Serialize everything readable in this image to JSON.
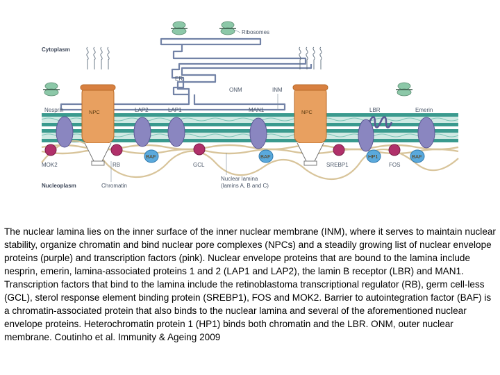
{
  "figure": {
    "compartments": {
      "cytoplasm": "Cytoplasm",
      "nucleoplasm": "Nucleoplasm"
    },
    "labels": {
      "ribosomes": "Ribosomes",
      "er": "ER",
      "onm": "ONM",
      "inm": "INM",
      "npc_left": "NPC",
      "npc_right": "NPC",
      "nesprin": "Nesprin",
      "lap2": "LAP2",
      "lap1": "LAP1",
      "man1": "MAN1",
      "lbr": "LBR",
      "emerin": "Emerin",
      "baf_1": "BAF",
      "baf_2": "BAF",
      "baf_3": "BAF",
      "hp1": "HP1",
      "mok2": "MOK2",
      "rb": "RB",
      "gcl": "GCL",
      "srebp1": "SREBP1",
      "fos": "FOS",
      "chromatin": "Chromatin",
      "lamina_line1": "Nuclear lamina",
      "lamina_line2": "(lamins A, B and C)"
    },
    "colors": {
      "envelope_protein": "#8a86c0",
      "transcription_factor": "#b0306a",
      "baf_hp1": "#5aa9dc",
      "npc": "#e8a060",
      "ribosome": "#8cc8a8",
      "membrane_teal": "#3a9a8e",
      "er_membrane": "#7282a6",
      "lamina": "#d8c49a"
    }
  },
  "caption": "The nuclear lamina lies on the inner surface of the inner nuclear membrane (INM), where it serves to maintain nuclear stability, organize chromatin and bind nuclear pore complexes (NPCs) and a steadily growing list of nuclear envelope proteins (purple) and transcription factors (pink). Nuclear envelope proteins that are bound to the lamina include nesprin, emerin, lamina-associated proteins 1 and 2 (LAP1 and LAP2), the lamin B receptor (LBR) and MAN1. Transcription factors that bind to the lamina include the retinoblastoma transcriptional regulator (RB), germ cell-less (GCL), sterol response element binding protein (SREBP1), FOS and MOK2. Barrier to autointegration factor (BAF) is a chromatin-associated protein that also binds to the nuclear lamina and several of the aforementioned nuclear envelope proteins. Heterochromatin protein 1 (HP1) binds both chromatin and the LBR. ONM, outer nuclear membrane. Coutinho et al. Immunity & Ageing 2009"
}
